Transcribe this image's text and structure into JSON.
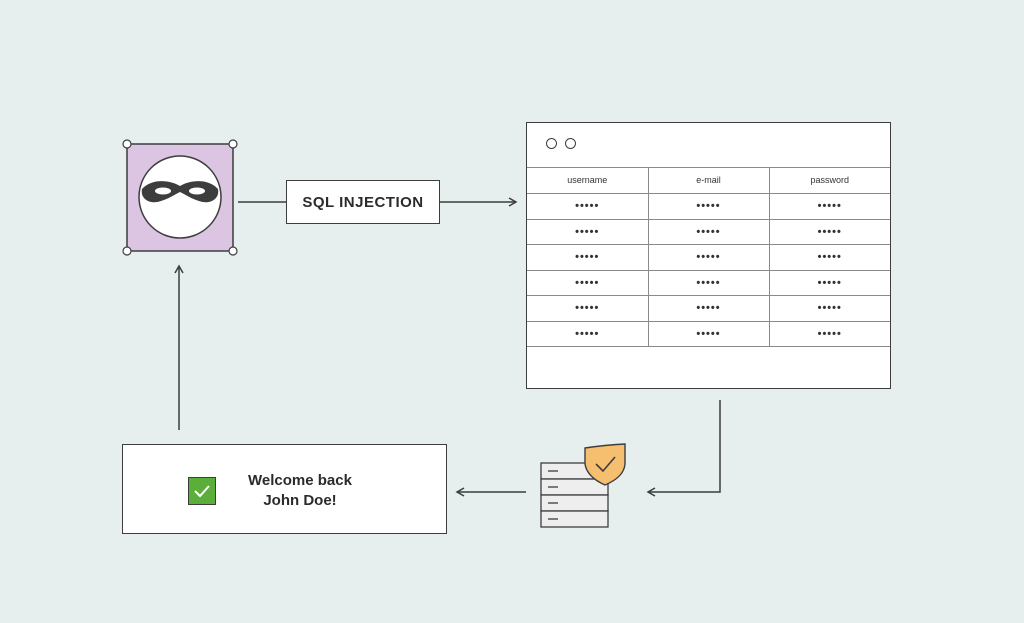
{
  "diagram": {
    "attack_label": "SQL INJECTION",
    "database": {
      "columns": [
        "username",
        "e-mail",
        "password"
      ],
      "rows": [
        [
          "•••••",
          "•••••",
          "•••••"
        ],
        [
          "•••••",
          "•••••",
          "•••••"
        ],
        [
          "•••••",
          "•••••",
          "•••••"
        ],
        [
          "•••••",
          "•••••",
          "•••••"
        ],
        [
          "•••••",
          "•••••",
          "•••••"
        ],
        [
          "•••••",
          "•••••",
          "•••••"
        ]
      ]
    },
    "welcome": {
      "line1": "Welcome back",
      "line2": "John Doe!"
    },
    "icons": {
      "attacker": "masked-attacker-icon",
      "server": "server-stack-icon",
      "shield": "shield-check-icon",
      "check": "green-checkbox-icon"
    },
    "colors": {
      "background": "#e6efee",
      "attacker_fill": "#dbc5e3",
      "shield_fill": "#f6be6f",
      "check_fill": "#5cae3b",
      "stroke": "#3d3d3d"
    }
  }
}
